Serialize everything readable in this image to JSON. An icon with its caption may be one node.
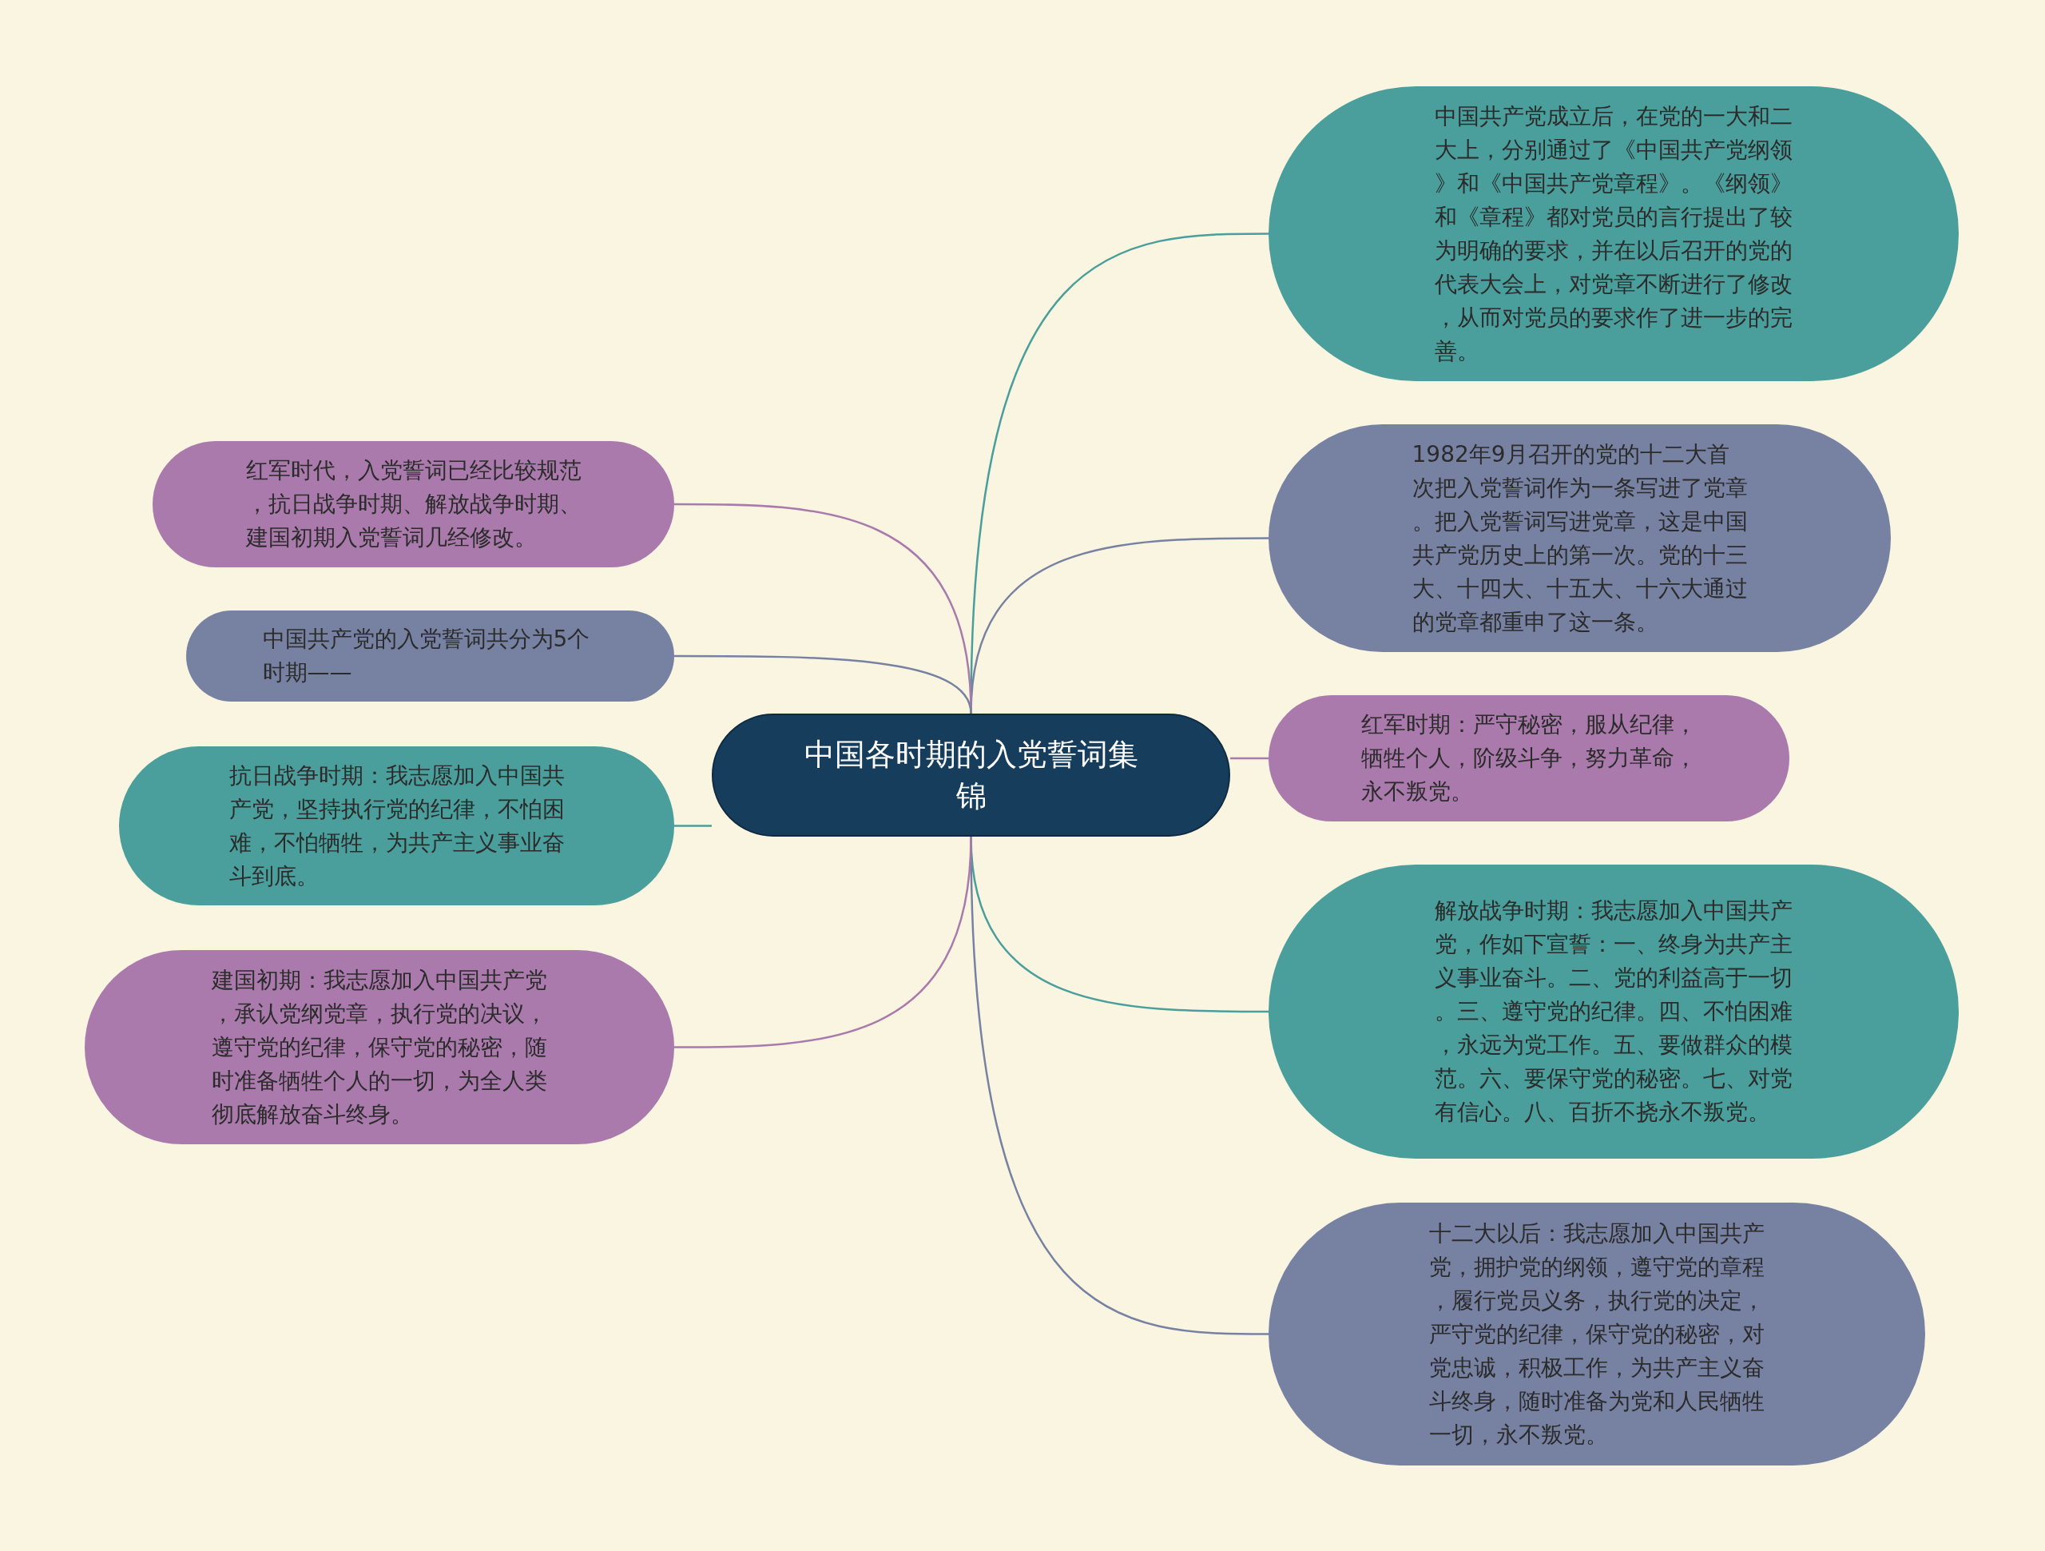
{
  "diagram": {
    "nodes": [
      {
        "text": [
          "中国各时期的入党誓词集锦"
        ]
      },
      {
        "text": [
          "中国共产党成立后，在党的一大和二大上，分别通过了《中国共产党纲领》和《中国共产党章程》。《纲领》和《章程》都对党员的言行提出了较为明确的要求，并在以后召开的党的代表大会上，对党章不断进行了修改，从而对党员的要求作了进一步的完善。"
        ]
      },
      {
        "text": [
          "1982年9月召开的党的十二大首次把入党誓词作为一条写进了党章。把入党誓词写进党章，这是中国共产党历史上的第一次。党的十三大、十四大、十五大、十六大通过的党章都重申了这一条。"
        ]
      },
      {
        "text": [
          "红军时期：严守秘密，服从纪律，牺牲个人，阶级斗争，努力革命，永不叛党。"
        ]
      },
      {
        "text": [
          "解放战争时期：我志愿加入中国共产党，作如下宣誓：一、终身为共产主义事业奋斗。二、党的利益高于一切。三、遵守党的纪律。四、不怕困难，永远为党工作。五、要做群众的模范。六、要保守党的秘密。七、对党有信心。八、百折不挠永不叛党。"
        ]
      },
      {
        "text": [
          "十二大以后：我志愿加入中国共产党，拥护党的纲领，遵守党的章程，履行党员义务，执行党的决定，严守党的纪律，保守党的秘密，对党忠诚，积极工作，为共产主义奋斗终身，随时准备为党和人民牺牲一切，永不叛党。"
        ]
      },
      {
        "text": [
          "红军时代，入党誓词已经比较规范，抗日战争时期、解放战争时期、建国初期入党誓词几经修改。"
        ]
      },
      {
        "text": [
          "中国共产党的入党誓词共分为5个时期——"
        ]
      },
      {
        "text": [
          "抗日战争时期：我志愿加入中国共产党，坚持执行党的纪律，不怕困难，不怕牺牲，为共产主义事业奋斗到底。"
        ]
      },
      {
        "text": [
          "建国初期：我志愿加入中国共产党，承认党纲党章，执行党的决议，遵守党的纪律，保守党的秘密，随时准备牺牲个人的一切，为全人类彻底解放奋斗终身。"
        ]
      }
    ],
    "edges": [
      {
        "from": 0,
        "to": 1,
        "arrow": "none",
        "color": "#4a9e9b"
      },
      {
        "from": 0,
        "to": 2,
        "arrow": "none",
        "color": "#7782a3"
      },
      {
        "from": 0,
        "to": 3,
        "arrow": "none",
        "color": "#a97aab"
      },
      {
        "from": 0,
        "to": 4,
        "arrow": "none",
        "color": "#4a9e9b"
      },
      {
        "from": 0,
        "to": 5,
        "arrow": "none",
        "color": "#7782a3"
      },
      {
        "from": 0,
        "to": 6,
        "arrow": "none",
        "color": "#a97aab"
      },
      {
        "from": 0,
        "to": 7,
        "arrow": "none",
        "color": "#7782a3"
      },
      {
        "from": 0,
        "to": 8,
        "arrow": "none",
        "color": "#4a9e9b"
      },
      {
        "from": 0,
        "to": 9,
        "arrow": "none",
        "color": "#a97aab"
      }
    ]
  }
}
